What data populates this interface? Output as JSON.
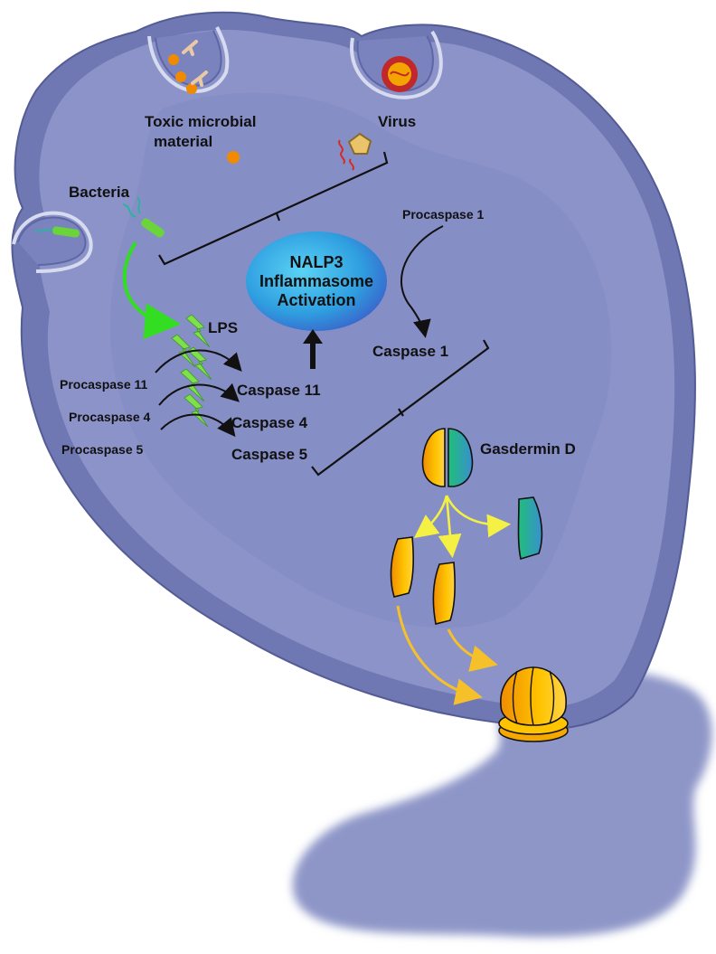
{
  "labels": {
    "toxic_line1": "Toxic microbial",
    "toxic_line2": "material",
    "virus": "Virus",
    "bacteria": "Bacteria",
    "procaspase1": "Procaspase 1",
    "nalp3_line1": "NALP3",
    "nalp3_line2": "Inflammasome",
    "nalp3_line3": "Activation",
    "lps": "LPS",
    "caspase1": "Caspase 1",
    "procaspase11": "Procaspase 11",
    "procaspase4": "Procaspase 4",
    "procaspase5": "Procaspase 5",
    "caspase11": "Caspase 11",
    "caspase4": "Caspase 4",
    "caspase5": "Caspase 5",
    "gasdermin": "Gasdermin D"
  },
  "colors": {
    "cell_membrane": "#6f78b3",
    "cytoplasm": "#8b93c9",
    "nucleus_like_inner": "#7f88c0",
    "inflammasome_oval": "#2f9fe0",
    "lps_bolt": "#7fe04a",
    "pathway_arrow_green": "#33dd22",
    "gasdermin_arrow_yellow": "#f4f044",
    "gasdermin_orange": "#f5a800",
    "gasdermin_teal": "#2bb3a0",
    "bead_orange": "#f08a00",
    "extracellular_blob": "#8e96c8"
  }
}
